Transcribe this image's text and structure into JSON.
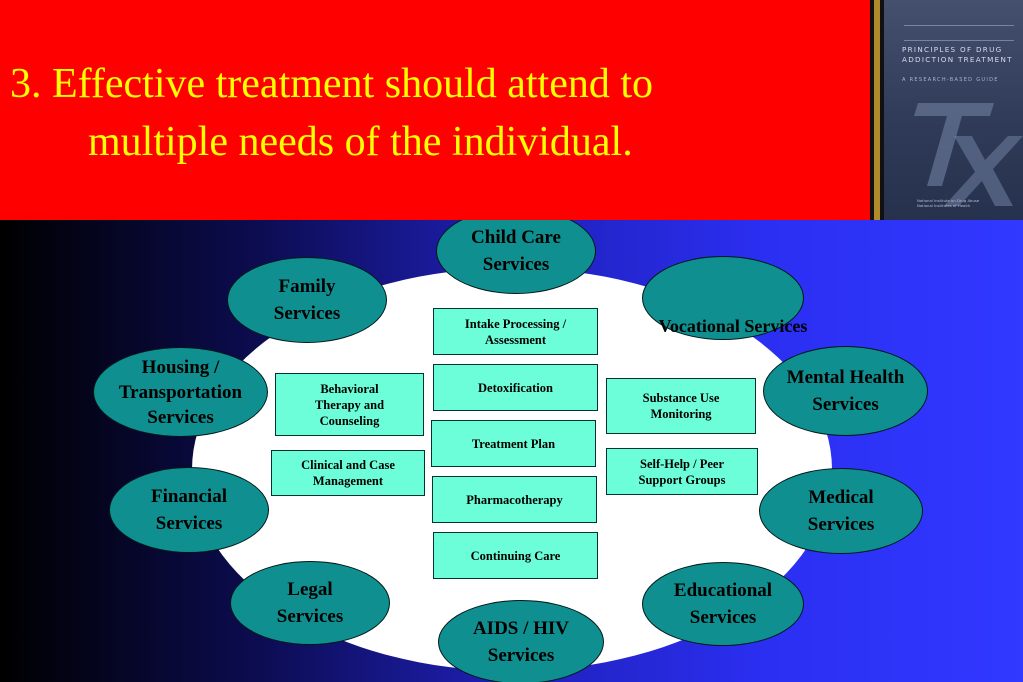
{
  "slide": {
    "title_line1": "3. Effective treatment should attend to",
    "title_line2": "multiple needs of the individual."
  },
  "book_cover": {
    "title": "Principles of Drug Addiction Treatment",
    "subtitle": "A Research-Based Guide",
    "footer": "National Institute on Drug Abuse\nNational Institutes of Health"
  },
  "diagram": {
    "outer_services": {
      "child_care": "Child Care\nServices",
      "family": "Family\nServices",
      "vocational": "Vocational Services",
      "housing_transportation": "Housing /\nTransportation\nServices",
      "mental_health": "Mental Health\nServices",
      "financial": "Financial\nServices",
      "medical": "Medical\nServices",
      "legal": "Legal\nServices",
      "educational": "Educational\nServices",
      "aids_hiv": "AIDS / HIV\nServices"
    },
    "core_components": {
      "intake": "Intake Processing /\nAssessment",
      "detoxification": "Detoxification",
      "treatment_plan": "Treatment Plan",
      "pharmacotherapy": "Pharmacotherapy",
      "continuing_care": "Continuing Care",
      "behavioral_therapy": "Behavioral\nTherapy and\nCounseling",
      "clinical_case": "Clinical and Case\nManagement",
      "substance_monitoring": "Substance Use\nMonitoring",
      "self_help": "Self-Help / Peer\nSupport Groups"
    }
  },
  "colors": {
    "header_red": "#ff0000",
    "title_yellow": "#ffff00",
    "service_teal": "#0f8f8f",
    "component_aqua": "#6cfed8",
    "background_blue": "#3138ff"
  }
}
